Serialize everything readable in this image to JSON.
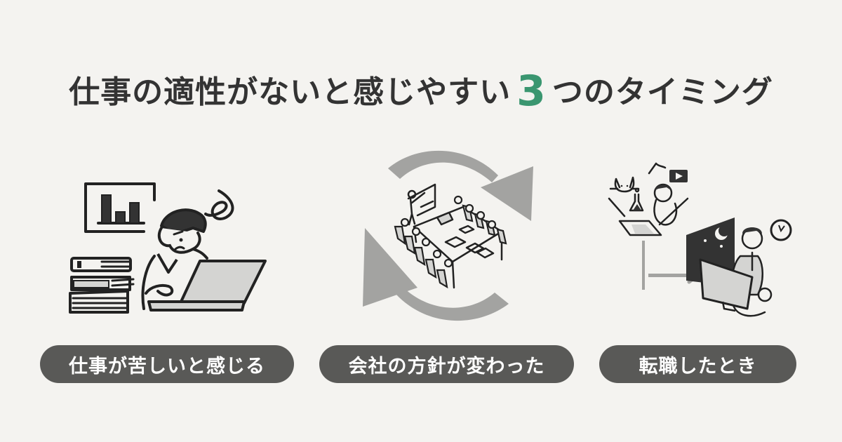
{
  "title": {
    "before": "仕事の適性がないと感じやすい",
    "number": "3",
    "after": "つのタイミング"
  },
  "colors": {
    "background": "#f4f3f0",
    "text": "#333333",
    "accent": "#3a9670",
    "pill": "#595957",
    "arrow": "#a3a3a1"
  },
  "items": [
    {
      "label": "仕事が苦しいと感じる",
      "icon": "stressed-worker-illustration"
    },
    {
      "label": "会社の方針が変わった",
      "icon": "meeting-cycle-illustration"
    },
    {
      "label": "転職したとき",
      "icon": "job-change-illustration"
    }
  ]
}
